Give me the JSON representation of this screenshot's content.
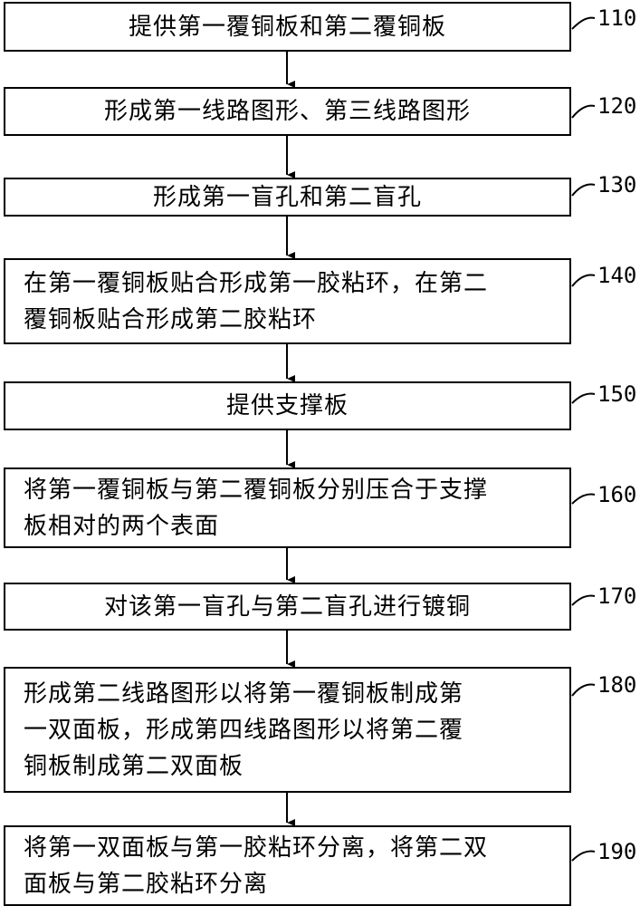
{
  "steps": [
    {
      "id": "110",
      "text": "提供第一覆铜板和第二覆铜板"
    },
    {
      "id": "120",
      "text": "形成第一线路图形、第三线路图形"
    },
    {
      "id": "130",
      "text": "形成第一盲孔和第二盲孔"
    },
    {
      "id": "140",
      "text": "在第一覆铜板贴合形成第一胶粘环，在第二\n覆铜板贴合形成第二胶粘环"
    },
    {
      "id": "150",
      "text": "提供支撑板"
    },
    {
      "id": "160",
      "text": "将第一覆铜板与第二覆铜板分别压合于支撑\n板相对的两个表面"
    },
    {
      "id": "170",
      "text": "对该第一盲孔与第二盲孔进行镀铜"
    },
    {
      "id": "180",
      "text": "形成第二线路图形以将第一覆铜板制成第\n一双面板，形成第四线路图形以将第二覆\n铜板制成第二双面板"
    },
    {
      "id": "190",
      "text": "将第一双面板与第一胶粘环分离，将第二双\n面板与第二胶粘环分离"
    }
  ]
}
